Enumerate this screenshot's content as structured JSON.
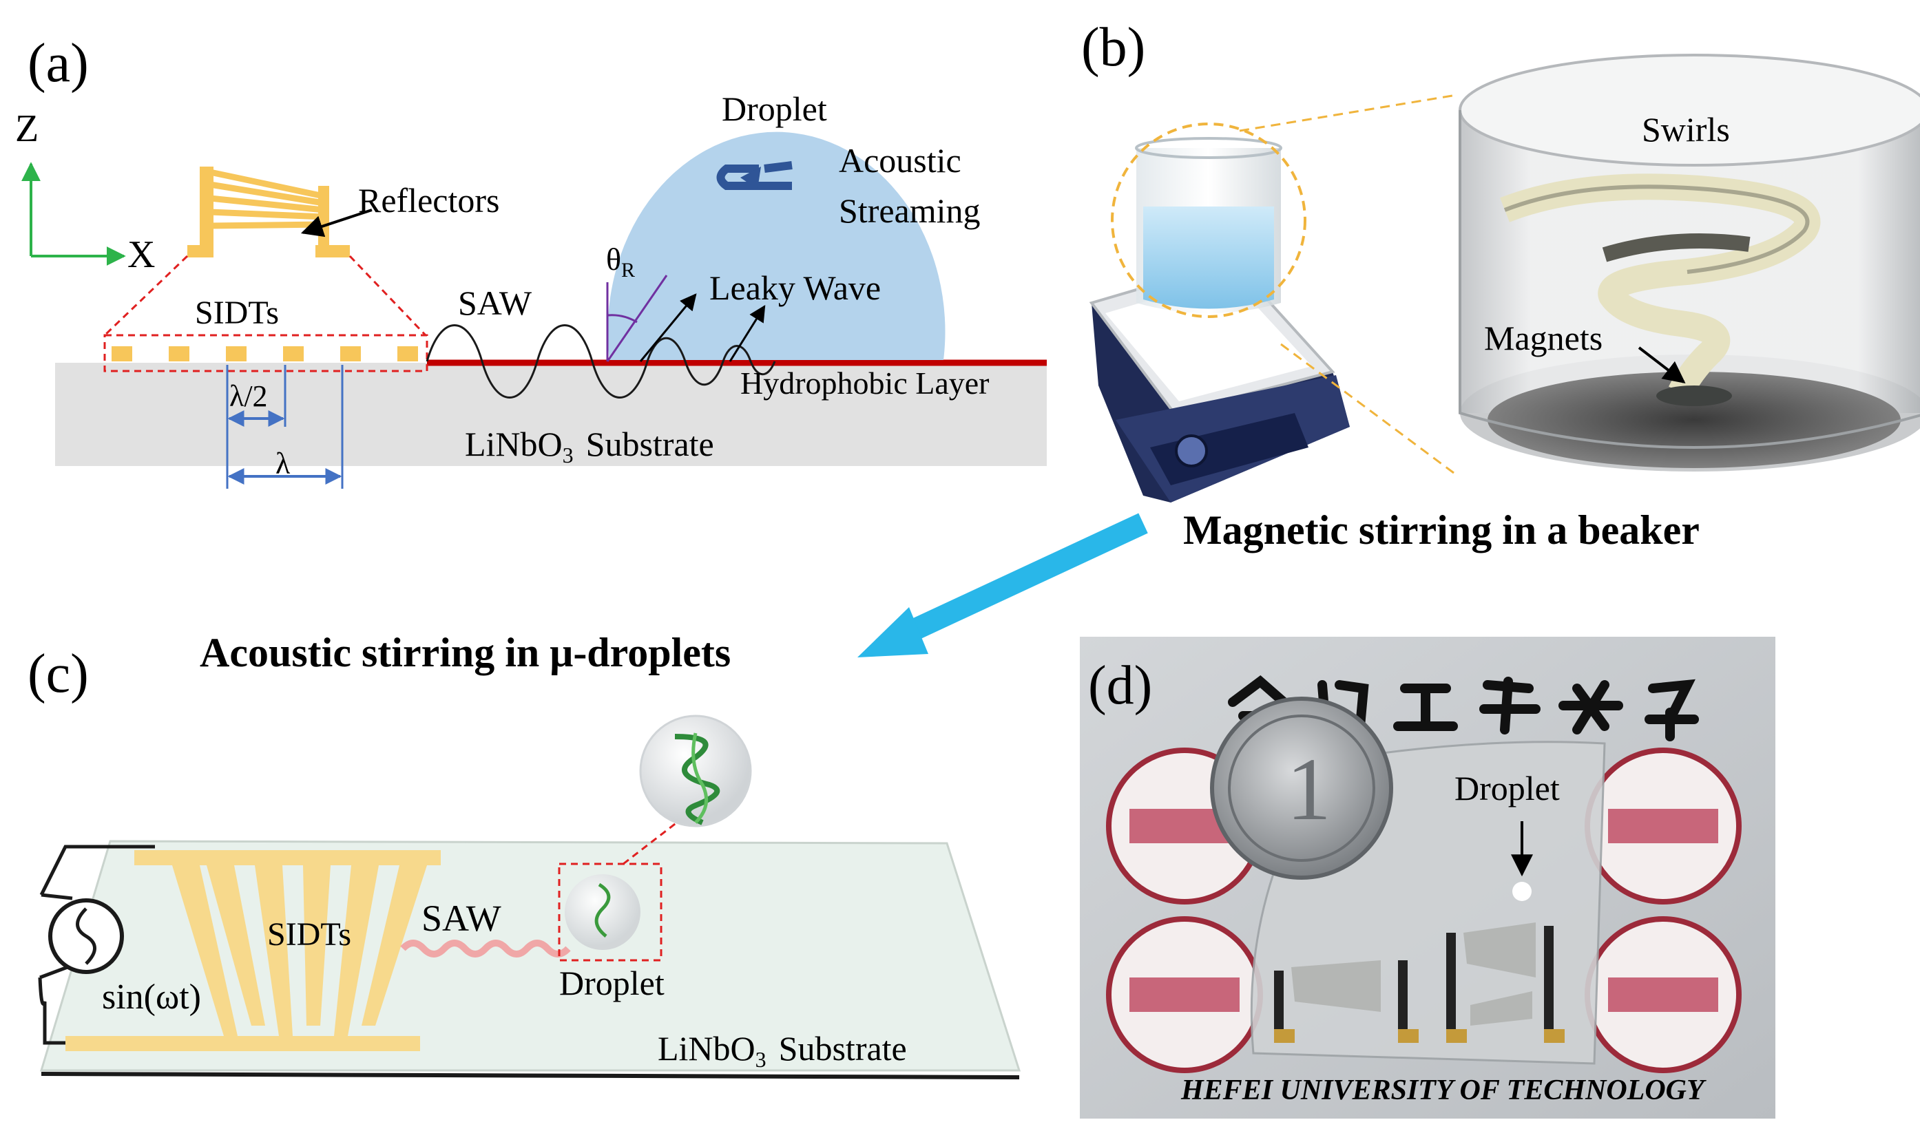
{
  "panel_a": {
    "label": "(a)",
    "axis_z": "Z",
    "axis_x": "X",
    "reflectors": "Reflectors",
    "sidts": "SIDTs",
    "saw": "SAW",
    "droplet": "Droplet",
    "acoustic": "Acoustic",
    "streaming": "Streaming",
    "theta": "θ",
    "theta_sub": "R",
    "leaky_wave": "Leaky Wave",
    "hydrophobic": "Hydrophobic Layer",
    "lambda_half": "λ/2",
    "lambda": "λ",
    "substrate_main": "LiNbO",
    "substrate_sub": "3",
    "substrate_tail": "Substrate"
  },
  "panel_b": {
    "label": "(b)",
    "swirls": "Swirls",
    "magnets": "Magnets",
    "caption": "Magnetic stirring in a beaker"
  },
  "panel_c": {
    "label": "(c)",
    "caption": "Acoustic stirring in μ-droplets",
    "sidts": "SIDTs",
    "saw": "SAW",
    "droplet": "Droplet",
    "signal": "sin(ωt)",
    "substrate_main": "LiNbO",
    "substrate_sub": "3",
    "substrate_tail": "Substrate"
  },
  "panel_d": {
    "label": "(d)",
    "droplet": "Droplet",
    "university": "HEFEI UNIVERSITY OF TECHNOLOGY"
  },
  "colors": {
    "gold": "#f7c65a",
    "red_line": "#c00000",
    "droplet_blue": "#b4d3ec",
    "arrow_cyan": "#29b7e9",
    "axis_green": "#2db34a",
    "dim_blue": "#4472c4"
  }
}
